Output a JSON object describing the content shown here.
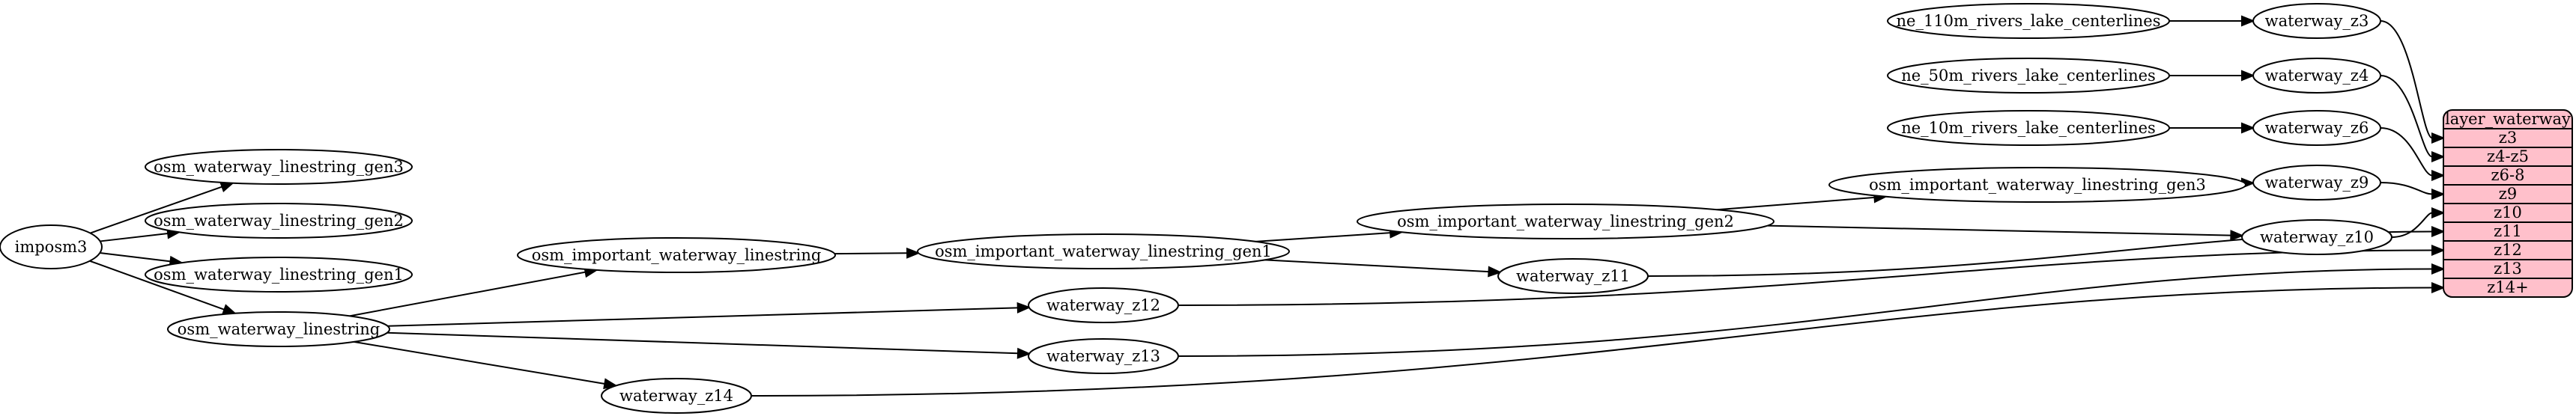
{
  "nodes": {
    "imposm3": "imposm3",
    "gen3": "osm_waterway_linestring_gen3",
    "gen2": "osm_waterway_linestring_gen2",
    "gen1": "osm_waterway_linestring_gen1",
    "osm_ws": "osm_waterway_linestring",
    "imp_ws": "osm_important_waterway_linestring",
    "imp_gen1": "osm_important_waterway_linestring_gen1",
    "imp_gen2": "osm_important_waterway_linestring_gen2",
    "imp_gen3": "osm_important_waterway_linestring_gen3",
    "ne110": "ne_110m_rivers_lake_centerlines",
    "ne50": "ne_50m_rivers_lake_centerlines",
    "ne10": "ne_10m_rivers_lake_centerlines",
    "wz3": "waterway_z3",
    "wz4": "waterway_z4",
    "wz6": "waterway_z6",
    "wz9": "waterway_z9",
    "wz10": "waterway_z10",
    "wz11": "waterway_z11",
    "wz12": "waterway_z12",
    "wz13": "waterway_z13",
    "wz14": "waterway_z14"
  },
  "layer": {
    "title": "layer_waterway",
    "rows": [
      "z3",
      "z4-z5",
      "z6-8",
      "z9",
      "z10",
      "z11",
      "z12",
      "z13",
      "z14+"
    ],
    "fill_color": "#ffc0cb"
  },
  "edges": [
    {
      "from": "imposm3",
      "to": "gen3"
    },
    {
      "from": "imposm3",
      "to": "gen2"
    },
    {
      "from": "imposm3",
      "to": "gen1"
    },
    {
      "from": "imposm3",
      "to": "osm_ws"
    },
    {
      "from": "osm_ws",
      "to": "imp_ws"
    },
    {
      "from": "osm_ws",
      "to": "wz12"
    },
    {
      "from": "osm_ws",
      "to": "wz13"
    },
    {
      "from": "osm_ws",
      "to": "wz14"
    },
    {
      "from": "imp_ws",
      "to": "imp_gen1"
    },
    {
      "from": "imp_gen1",
      "to": "imp_gen2"
    },
    {
      "from": "imp_gen1",
      "to": "wz11"
    },
    {
      "from": "imp_gen2",
      "to": "imp_gen3"
    },
    {
      "from": "imp_gen2",
      "to": "wz10"
    },
    {
      "from": "imp_gen3",
      "to": "wz9"
    },
    {
      "from": "ne110",
      "to": "wz3"
    },
    {
      "from": "ne50",
      "to": "wz4"
    },
    {
      "from": "ne10",
      "to": "wz6"
    },
    {
      "from": "wz3",
      "to": "layer.z3"
    },
    {
      "from": "wz4",
      "to": "layer.z4-z5"
    },
    {
      "from": "wz6",
      "to": "layer.z6-8"
    },
    {
      "from": "wz9",
      "to": "layer.z9"
    },
    {
      "from": "wz10",
      "to": "layer.z10"
    },
    {
      "from": "wz11",
      "to": "layer.z11"
    },
    {
      "from": "wz12",
      "to": "layer.z12"
    },
    {
      "from": "wz13",
      "to": "layer.z13"
    },
    {
      "from": "wz14",
      "to": "layer.z14+"
    }
  ]
}
